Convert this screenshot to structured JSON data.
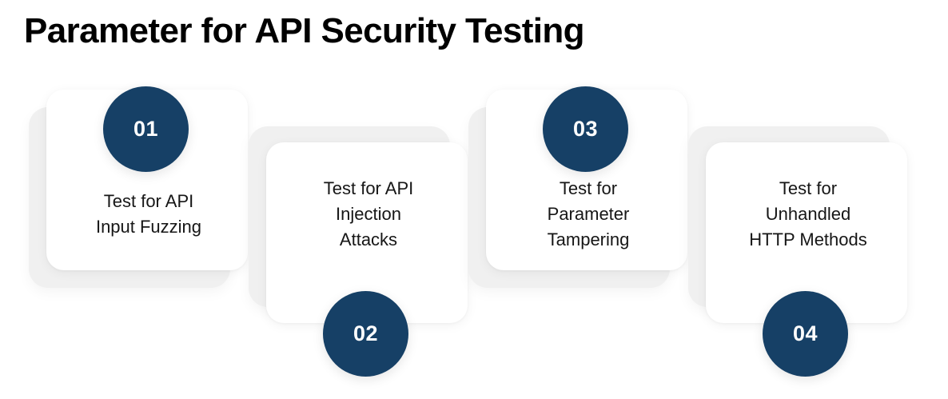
{
  "page": {
    "title": "Parameter for API Security Testing",
    "background_color": "#ffffff",
    "title_color": "#000000",
    "accent_color": "#164066",
    "card_color": "#ffffff",
    "plate_color": "#f0f0f0",
    "body_text_color": "#161616"
  },
  "steps": [
    {
      "number": "01",
      "label": "Test for API\nInput Fuzzing",
      "label_lines": [
        "Test for API",
        "Input Fuzzing"
      ],
      "badge_position": "top",
      "plate_offset": "down-left"
    },
    {
      "number": "02",
      "label": "Test for API\nInjection\nAttacks",
      "label_lines": [
        "Test for API",
        "Injection",
        "Attacks"
      ],
      "badge_position": "bottom",
      "plate_offset": "up-left"
    },
    {
      "number": "03",
      "label": "Test for\nParameter\nTampering",
      "label_lines": [
        "Test for",
        "Parameter",
        "Tampering"
      ],
      "badge_position": "top",
      "plate_offset": "down-left"
    },
    {
      "number": "04",
      "label": "Test for\nUnhandled\nHTTP Methods",
      "label_lines": [
        "Test for",
        "Unhandled",
        "HTTP Methods"
      ],
      "badge_position": "bottom",
      "plate_offset": "up-left"
    }
  ]
}
